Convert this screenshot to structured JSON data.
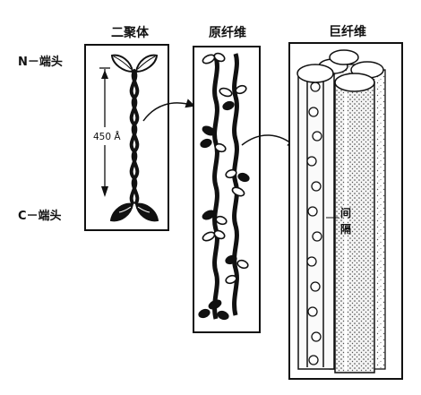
{
  "labels": {
    "dimer": "二聚体",
    "protofibril": "原纤维",
    "giant_fiber": "巨纤维",
    "n_terminus": "N－端头",
    "c_terminus": "C－端头",
    "length": "450 Å",
    "gap": "间隔"
  },
  "colors": {
    "ink": "#111111",
    "paper": "#ffffff",
    "shade": "#dcdcdc"
  }
}
